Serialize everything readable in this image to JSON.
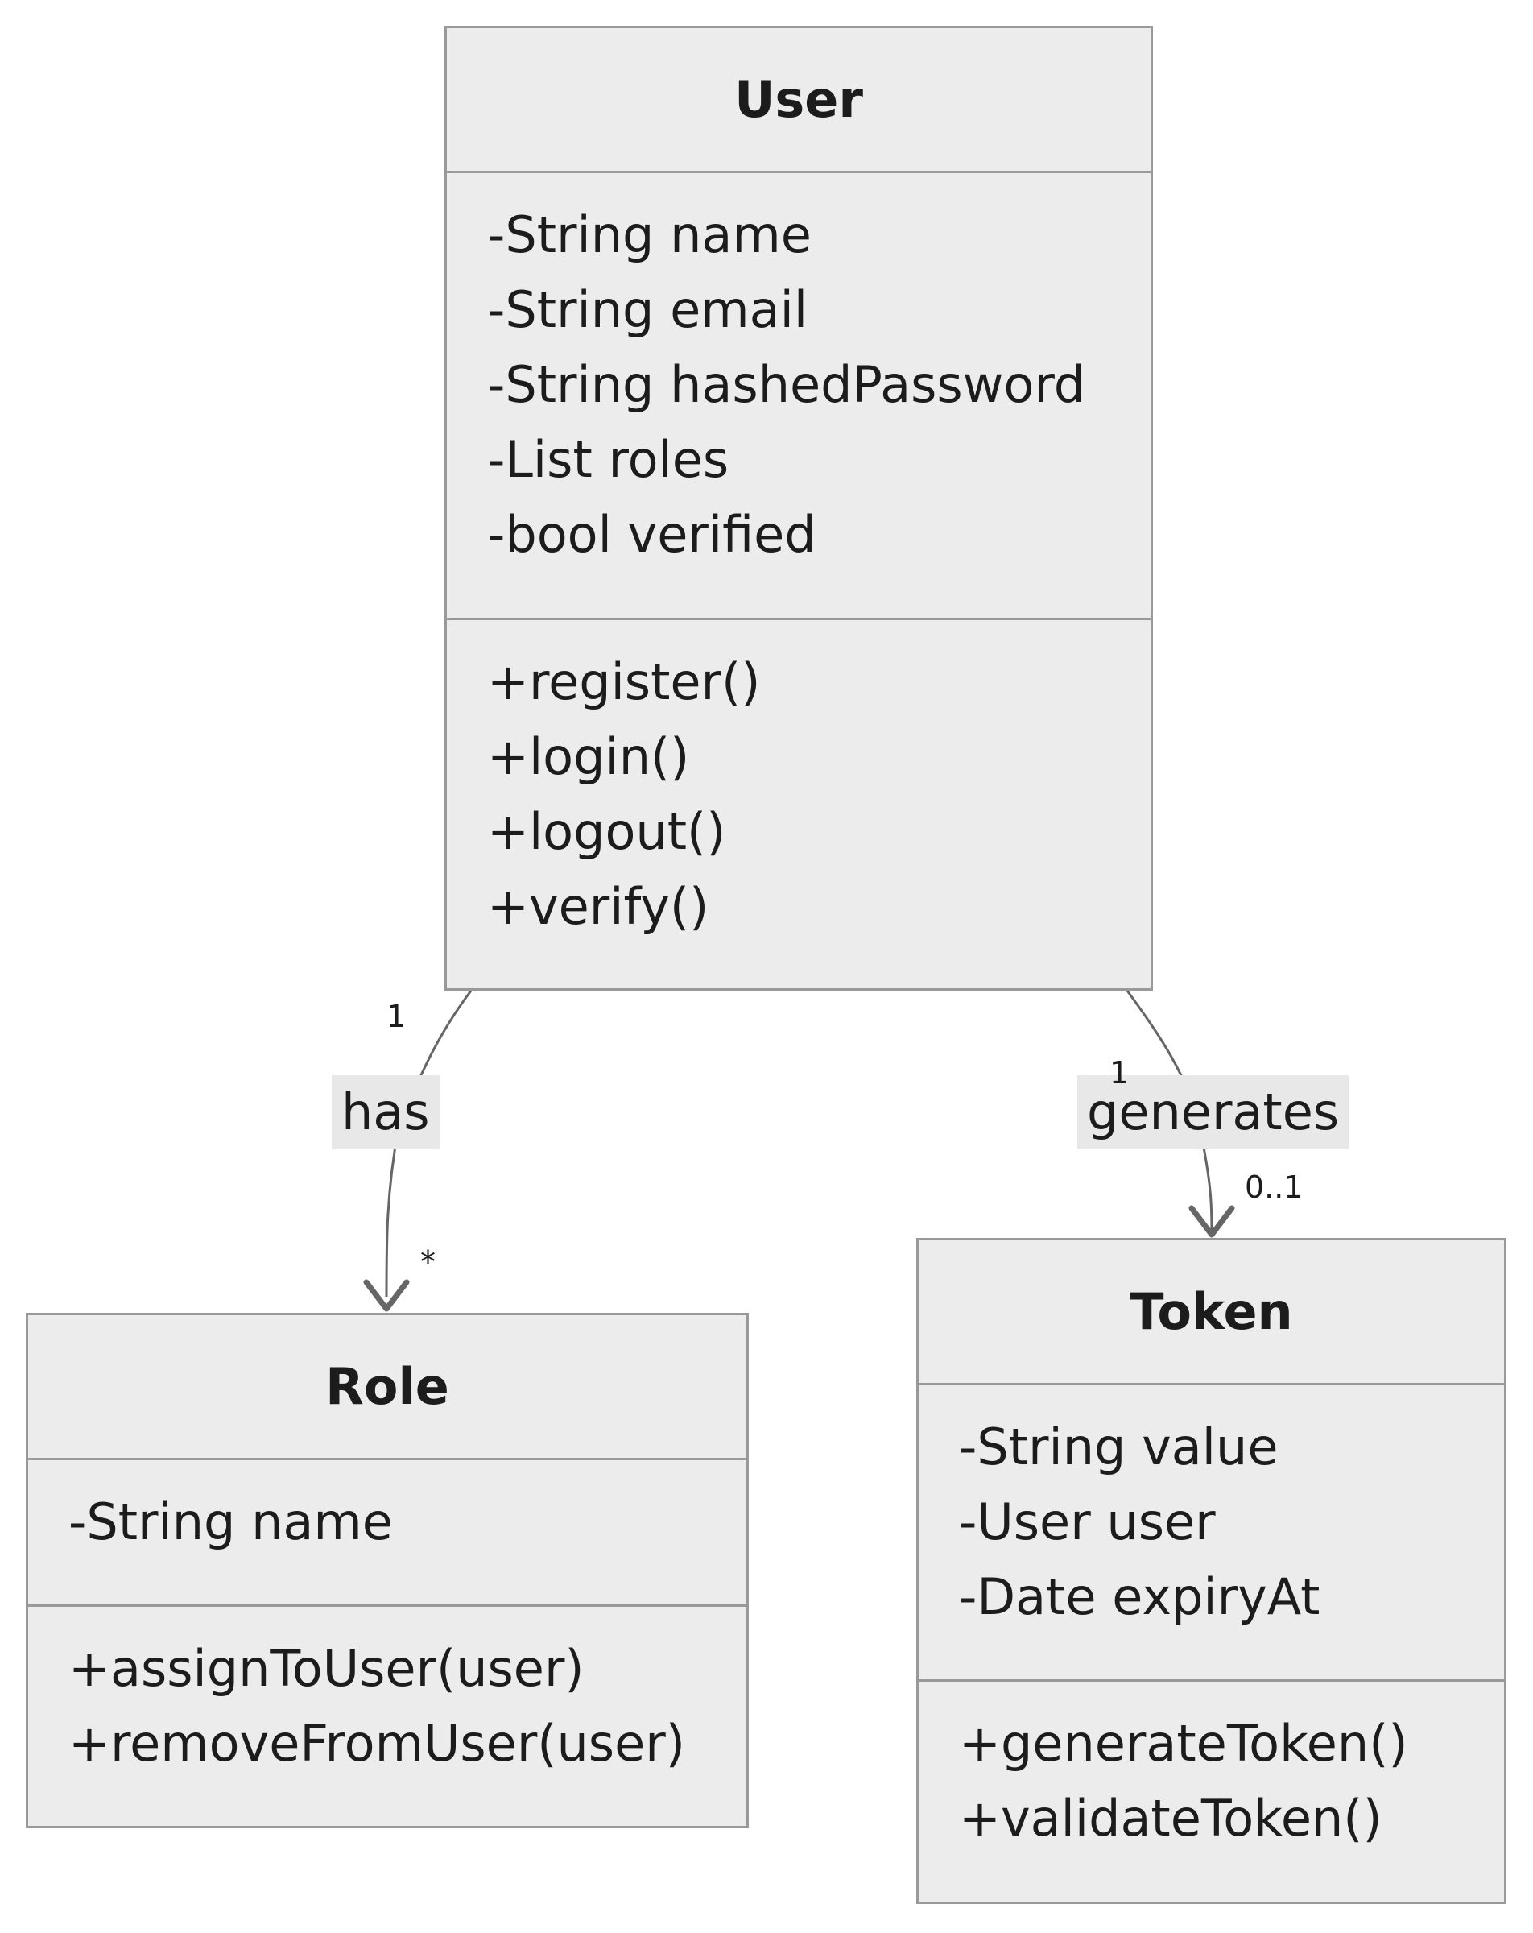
{
  "classes": {
    "user": {
      "name": "User",
      "attributes": [
        "-String name",
        "-String email",
        "-String hashedPassword",
        "-List roles",
        "-bool verified"
      ],
      "methods": [
        "+register()",
        "+login()",
        "+logout()",
        "+verify()"
      ]
    },
    "role": {
      "name": "Role",
      "attributes": [
        "-String name"
      ],
      "methods": [
        "+assignToUser(user)",
        "+removeFromUser(user)"
      ]
    },
    "token": {
      "name": "Token",
      "attributes": [
        "-String value",
        "-User user",
        "-Date expiryAt"
      ],
      "methods": [
        "+generateToken()",
        "+validateToken()"
      ]
    }
  },
  "relations": {
    "user_role": {
      "label": "has",
      "from_multiplicity": "1",
      "to_multiplicity": "*"
    },
    "user_token": {
      "label": "generates",
      "from_multiplicity": "1",
      "to_multiplicity": "0..1"
    }
  },
  "colors": {
    "box_fill": "#ececec",
    "box_border": "#999999",
    "edge": "#666666",
    "label_bg": "#e8e8e8"
  }
}
